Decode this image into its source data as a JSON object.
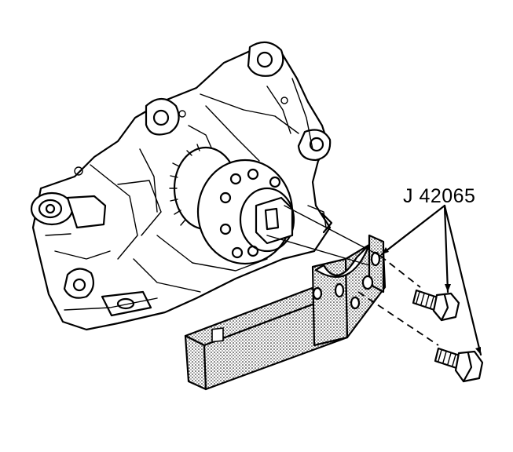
{
  "diagram": {
    "callout_label": "J 42065",
    "parts": [
      "engine-block",
      "crankshaft-sprocket",
      "holding-tool",
      "bolt-upper",
      "bolt-lower"
    ]
  }
}
